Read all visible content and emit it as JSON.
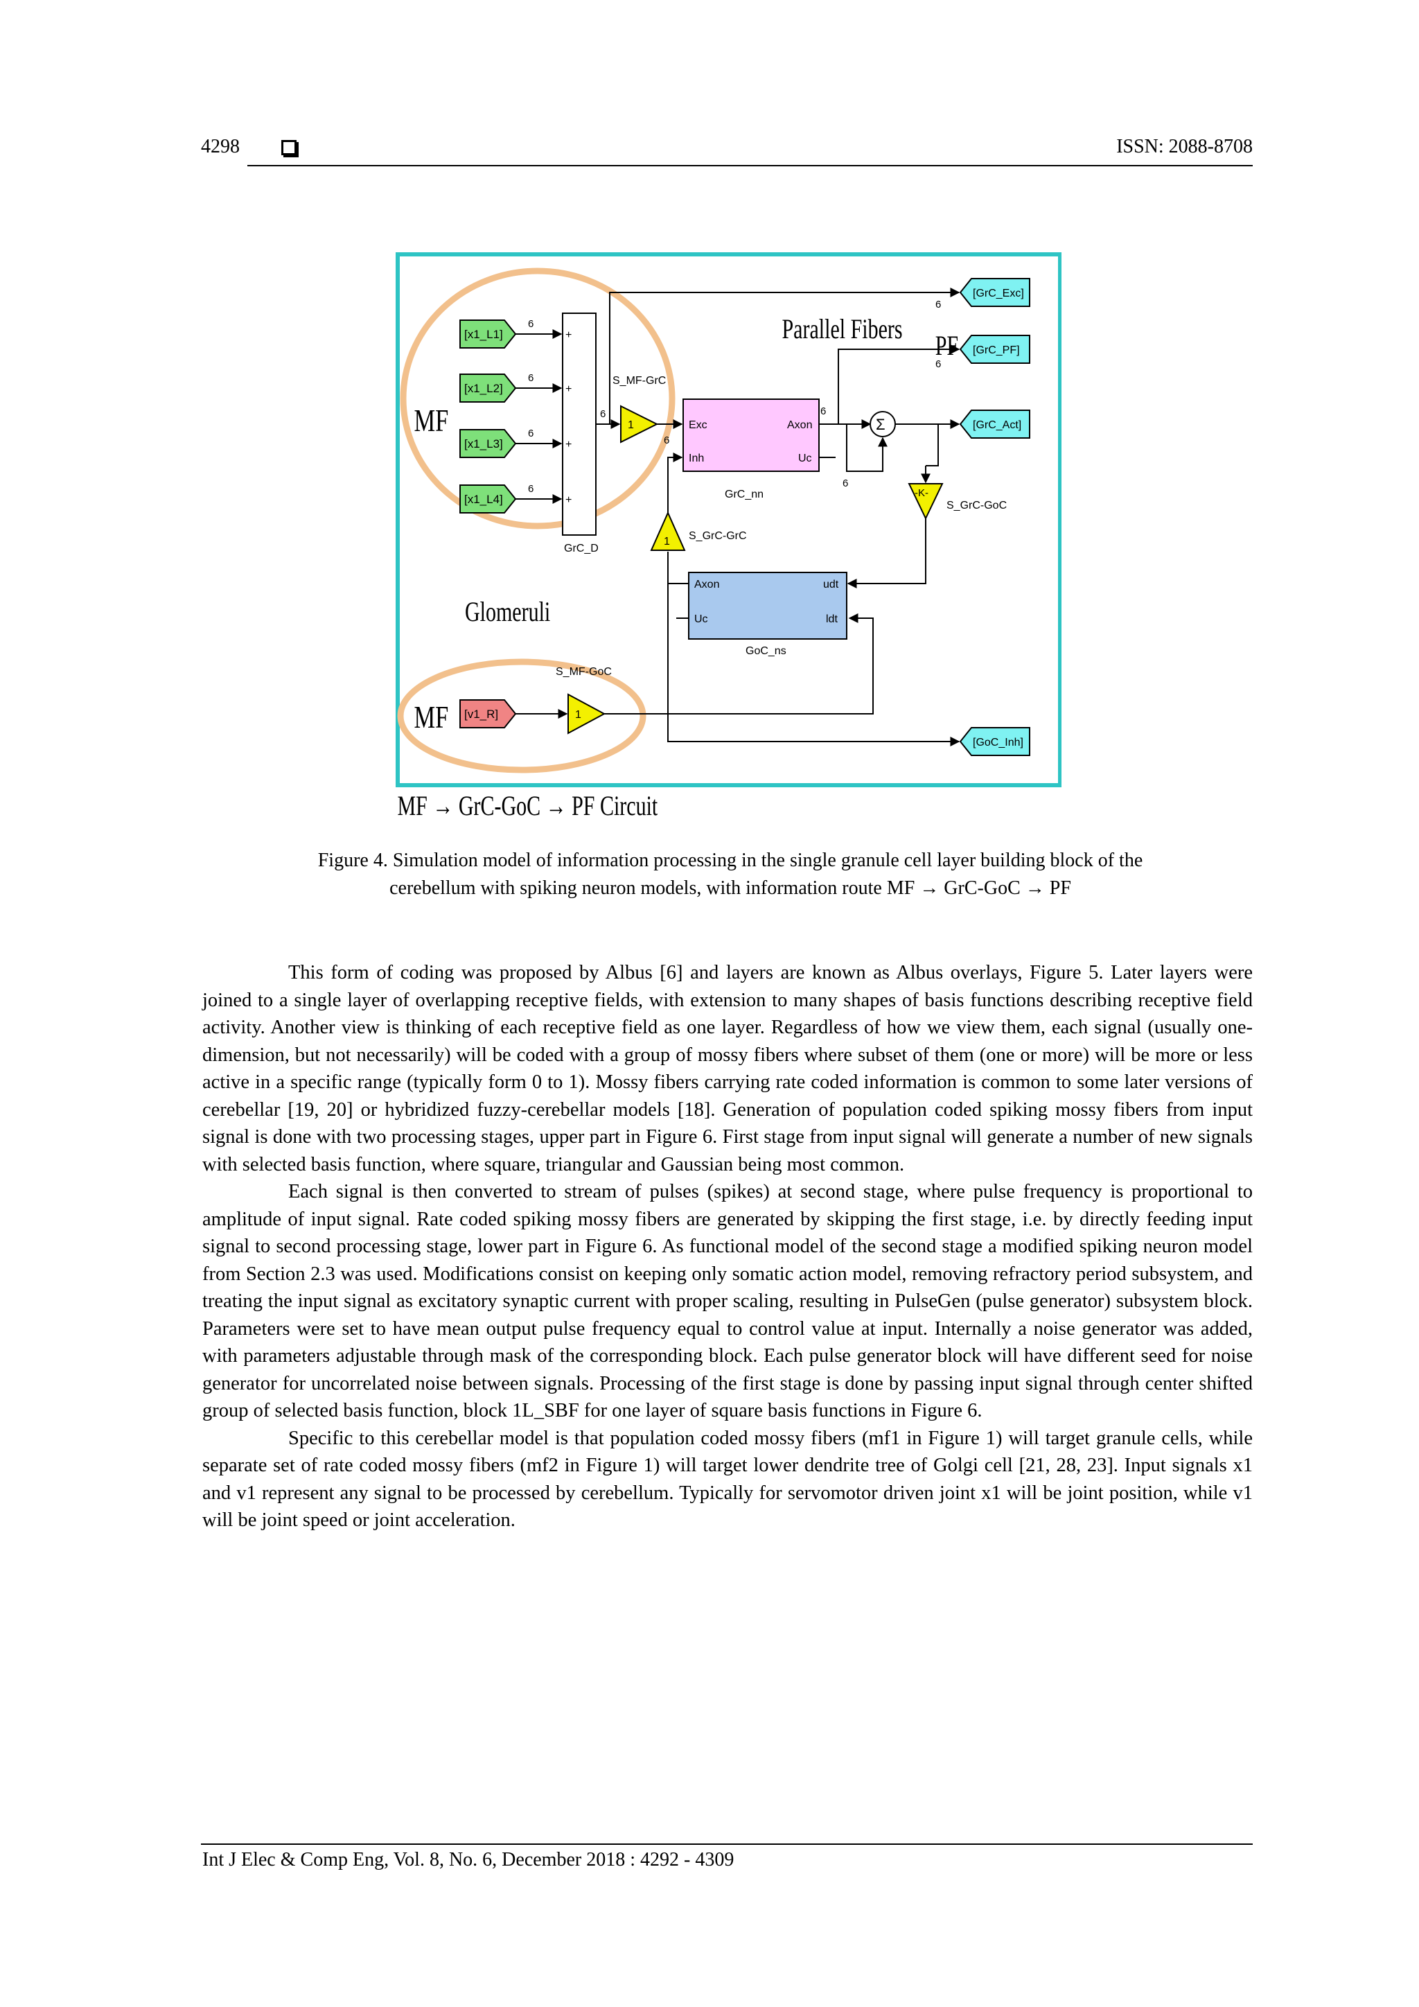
{
  "header": {
    "page_number": "4298",
    "issn": "ISSN: 2088-8708"
  },
  "figure": {
    "colors": {
      "frame": "#2ec4c4",
      "circle": "#f2c08c",
      "input_green": "#7ee07a",
      "input_red": "#f08484",
      "goto_cyan": "#7ff2f2",
      "gain_yellow": "#f3f000",
      "grc_block": "#ffc8ff",
      "goc_block": "#a9c9ee"
    },
    "labels": {
      "mf_top": "MF",
      "mf_bottom": "MF",
      "glomeruli": "Glomeruli",
      "parallel_fibers": "Parallel Fibers",
      "pf": "PF",
      "circuit": "MF → GrC-GoC → PF Circuit"
    },
    "inputs": [
      "[x1_L1]",
      "[x1_L2]",
      "[x1_L3]",
      "[x1_L4]"
    ],
    "input_v1": "[v1_R]",
    "port_widths": [
      "6",
      "6",
      "6",
      "6",
      "6",
      "6",
      "6",
      "6",
      "6",
      "6"
    ],
    "mux_name": "GrC_D",
    "plus_signs": [
      "+",
      "+",
      "+",
      "+"
    ],
    "gain_mf_grc": {
      "name": "S_MF-GrC",
      "value": "1"
    },
    "gain_grc_grc": {
      "name": "S_GrC-GrC",
      "value": "1"
    },
    "gain_grc_goc": {
      "name": "S_GrC-GoC",
      "value": "-K-"
    },
    "gain_mf_goc": {
      "name": "S_MF-GoC",
      "value": "1"
    },
    "grc_block": {
      "name": "GrC_nn",
      "ports_in": [
        "Exc",
        "Inh"
      ],
      "ports_out": [
        "Axon",
        "Uc"
      ]
    },
    "goc_block": {
      "name": "GoC_ns",
      "ports_left": [
        "Axon",
        "Uc"
      ],
      "ports_right": [
        "udt",
        "ldt"
      ]
    },
    "sum_symbol": "Σ",
    "gotos": [
      "[GrC_Exc]",
      "[GrC_PF]",
      "[GrC_Act]",
      "[GoC_Inh]"
    ]
  },
  "caption": {
    "line1": "Figure 4. Simulation model of information processing in the single granule cell layer building block of the",
    "line2": "cerebellum with spiking neuron models, with information route MF → GrC-GoC → PF"
  },
  "paragraphs": [
    "This form of coding was proposed by Albus [6] and layers are known as Albus overlays, Figure 5. Later layers were joined to a single layer of overlapping receptive fields, with extension to many shapes of basis functions describing receptive field activity. Another view is thinking of each receptive field as one layer. Regardless of how we view them, each signal (usually one-dimension, but not necessarily) will be coded with a group of mossy fibers where subset of them (one or more) will be more or less active in a specific range (typically form 0 to 1). Mossy fibers carrying rate coded information is common to some later versions of cerebellar [19, 20] or hybridized fuzzy-cerebellar models [18]. Generation of population coded spiking mossy fibers from input signal is done with two processing stages, upper part in Figure 6. First stage from input signal will generate a number of new signals with selected basis function, where square, triangular and Gaussian being most common.",
    "Each signal is then converted to stream of pulses (spikes) at second stage, where pulse frequency is proportional to amplitude of input signal. Rate coded spiking mossy fibers are generated by skipping the first stage, i.e. by directly feeding input signal to second processing stage, lower part in Figure 6. As functional model of the second stage a modified spiking neuron model from Section 2.3 was used. Modifications consist on keeping only somatic action model, removing refractory period subsystem, and treating the input signal as excitatory synaptic current with proper scaling, resulting in PulseGen (pulse generator) subsystem block. Parameters were set to have mean output pulse frequency equal to control value at input. Internally a noise generator was added, with parameters adjustable through mask of the corresponding block. Each pulse generator block will have different seed for noise generator for uncorrelated noise between signals. Processing of the first stage is done by passing input signal through center shifted group of selected basis function, block 1L_SBF for one layer of square basis functions in Figure 6.",
    "Specific to this cerebellar model is that population coded mossy fibers (mf1 in Figure 1) will target granule cells, while separate set of rate coded mossy fibers (mf2 in Figure 1) will target lower dendrite tree of Golgi cell [21, 28, 23]. Input signals x1 and v1 represent any signal to be processed by cerebellum. Typically for servomotor driven joint x1 will be joint position, while v1 will be joint speed or joint acceleration."
  ],
  "footer": {
    "citation": "Int J Elec & Comp Eng, Vol. 8, No. 6, December 2018 :  4292 - 4309"
  }
}
